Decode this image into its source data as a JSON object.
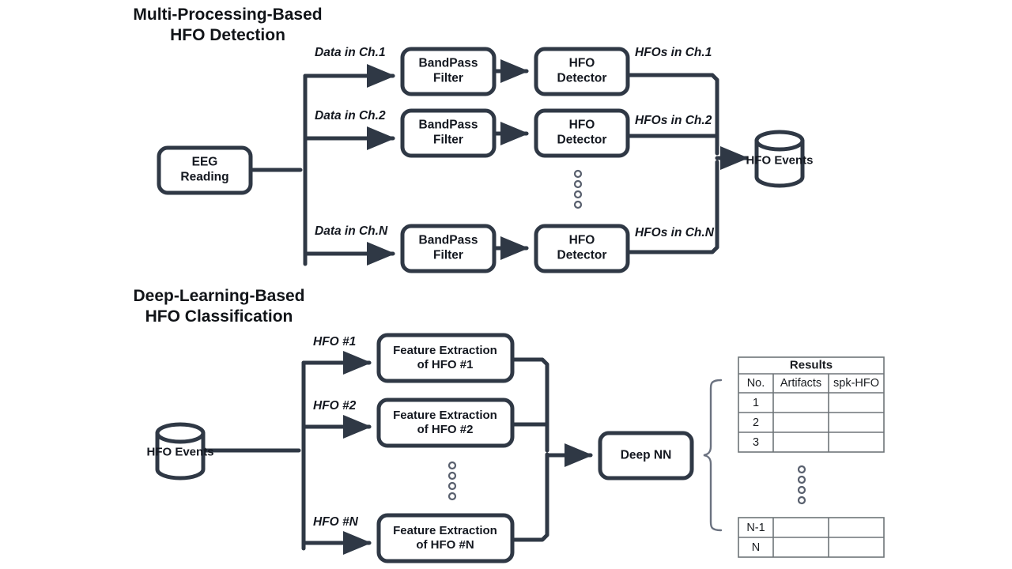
{
  "figure": {
    "type": "flow-diagram",
    "background": "#ffffff",
    "stroke_color": "#2f3845",
    "table_stroke_color": "#6e7478",
    "text_color": "#141820"
  },
  "sections": [
    {
      "id": "multi-processing",
      "title_line1": "Multi-Processing-Based",
      "title_line2": "HFO Detection",
      "source": {
        "label": "EEG\nReading",
        "line1": "EEG",
        "line2": "Reading",
        "shape": "rounded-box"
      },
      "sink": {
        "label": "HFO Events",
        "shape": "cylinder"
      },
      "branch_labels_in": [
        "Data in Ch.1",
        "Data in Ch.2",
        "Data in Ch.N"
      ],
      "branch_labels_out": [
        "HFOs in Ch.1",
        "HFOs in Ch.2",
        "HFOs in Ch.N"
      ],
      "stage1": {
        "line1": "BandPass",
        "line2": "Filter"
      },
      "stage2": {
        "line1": "HFO",
        "line2": "Detector"
      },
      "ellipsis": {
        "glyph": "o",
        "count": 4,
        "orientation": "vertical"
      }
    },
    {
      "id": "deep-learning",
      "title_line1": "Deep-Learning-Based",
      "title_line2": "HFO Classification",
      "source": {
        "label": "HFO Events",
        "shape": "cylinder"
      },
      "branch_labels_in": [
        "HFO #1",
        "HFO #2",
        "HFO #N"
      ],
      "stage1_rows": [
        {
          "line1": "Feature Extraction",
          "line2": "of HFO #1"
        },
        {
          "line1": "Feature Extraction",
          "line2": "of HFO #2"
        },
        {
          "line1": "Feature Extraction",
          "line2": "of HFO #N"
        }
      ],
      "classifier": {
        "label": "Deep NN",
        "shape": "rounded-box"
      },
      "ellipsis": {
        "glyph": "o",
        "count": 4,
        "orientation": "vertical"
      },
      "results_table": {
        "title": "Results",
        "columns": [
          "No.",
          "Artifacts",
          "spk-HFO"
        ],
        "rows_top": [
          "1",
          "2",
          "3"
        ],
        "rows_bottom": [
          "N-1",
          "N"
        ],
        "row_ellipsis": {
          "glyph": "o",
          "count": 4,
          "orientation": "vertical"
        },
        "cells_empty": true
      }
    }
  ]
}
